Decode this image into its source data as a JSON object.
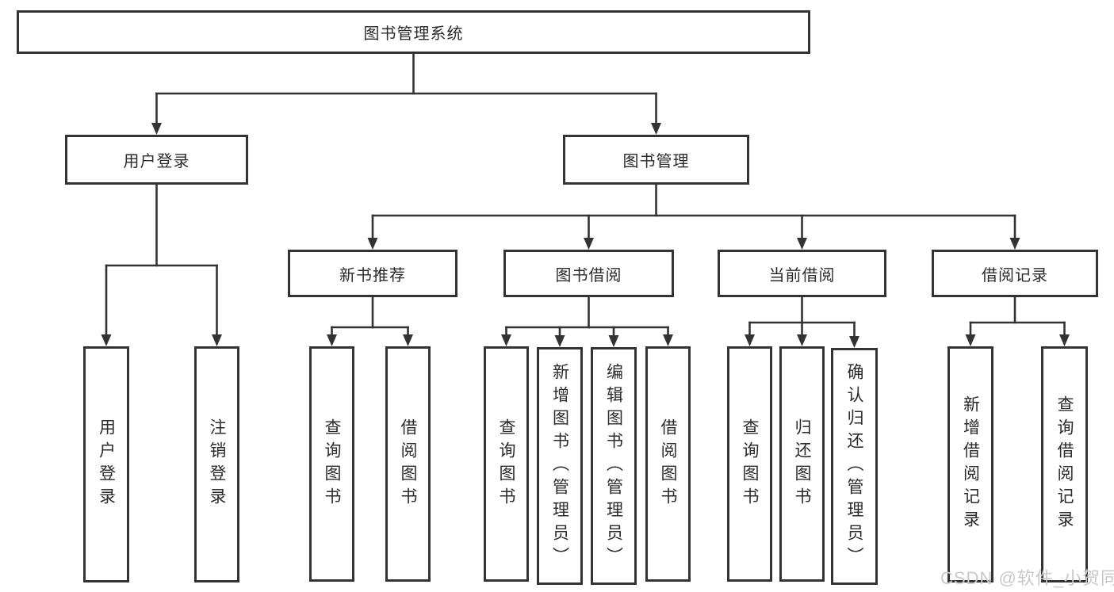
{
  "diagram": {
    "title": "图书管理系统"
  },
  "nodes": [
    {
      "id": "root",
      "label": "图书管理系统",
      "orientation": "horizontal"
    },
    {
      "id": "user-login",
      "label": "用户登录",
      "orientation": "horizontal"
    },
    {
      "id": "book-mgmt",
      "label": "图书管理",
      "orientation": "horizontal"
    },
    {
      "id": "user-login-v",
      "label": "用户登录",
      "orientation": "vertical"
    },
    {
      "id": "logout-v",
      "label": "注销登录",
      "orientation": "vertical"
    },
    {
      "id": "new-book-rec",
      "label": "新书推荐",
      "orientation": "horizontal"
    },
    {
      "id": "book-borrow",
      "label": "图书借阅",
      "orientation": "horizontal"
    },
    {
      "id": "current-borrow",
      "label": "当前借阅",
      "orientation": "horizontal"
    },
    {
      "id": "borrow-records",
      "label": "借阅记录",
      "orientation": "horizontal"
    },
    {
      "id": "query-book-1",
      "label": "查询图书",
      "orientation": "vertical"
    },
    {
      "id": "borrow-book-1",
      "label": "借阅图书",
      "orientation": "vertical"
    },
    {
      "id": "query-book-2",
      "label": "查询图书",
      "orientation": "vertical"
    },
    {
      "id": "add-book",
      "label": "新增图书（管理员）",
      "orientation": "vertical"
    },
    {
      "id": "edit-book",
      "label": "编辑图书（管理员）",
      "orientation": "vertical"
    },
    {
      "id": "borrow-book-2",
      "label": "借阅图书",
      "orientation": "vertical"
    },
    {
      "id": "query-book-3",
      "label": "查询图书",
      "orientation": "vertical"
    },
    {
      "id": "return-book",
      "label": "归还图书",
      "orientation": "vertical"
    },
    {
      "id": "confirm-return",
      "label": "确认归还（管理员）",
      "orientation": "vertical"
    },
    {
      "id": "add-borrow-record",
      "label": "新增借阅记录",
      "orientation": "vertical"
    },
    {
      "id": "query-borrow-record",
      "label": "查询借阅记录",
      "orientation": "vertical"
    }
  ],
  "edges": [
    {
      "from": "root",
      "to": [
        "user-login",
        "book-mgmt"
      ]
    },
    {
      "from": "user-login",
      "to": [
        "user-login-v",
        "logout-v"
      ]
    },
    {
      "from": "book-mgmt",
      "to": [
        "new-book-rec",
        "book-borrow",
        "current-borrow",
        "borrow-records"
      ]
    },
    {
      "from": "new-book-rec",
      "to": [
        "query-book-1",
        "borrow-book-1"
      ]
    },
    {
      "from": "book-borrow",
      "to": [
        "query-book-2",
        "add-book",
        "edit-book",
        "borrow-book-2"
      ]
    },
    {
      "from": "current-borrow",
      "to": [
        "query-book-3",
        "return-book",
        "confirm-return"
      ]
    },
    {
      "from": "borrow-records",
      "to": [
        "add-borrow-record",
        "query-borrow-record"
      ]
    }
  ],
  "watermark": {
    "text": "CSDN @软件_小贺同学"
  },
  "colors": {
    "line": "#333333",
    "box_border": "#333333",
    "box_bg": "#ffffff",
    "text": "#2b2b2b",
    "watermark": "#c9c9c9",
    "page_bg": "#ffffff"
  }
}
